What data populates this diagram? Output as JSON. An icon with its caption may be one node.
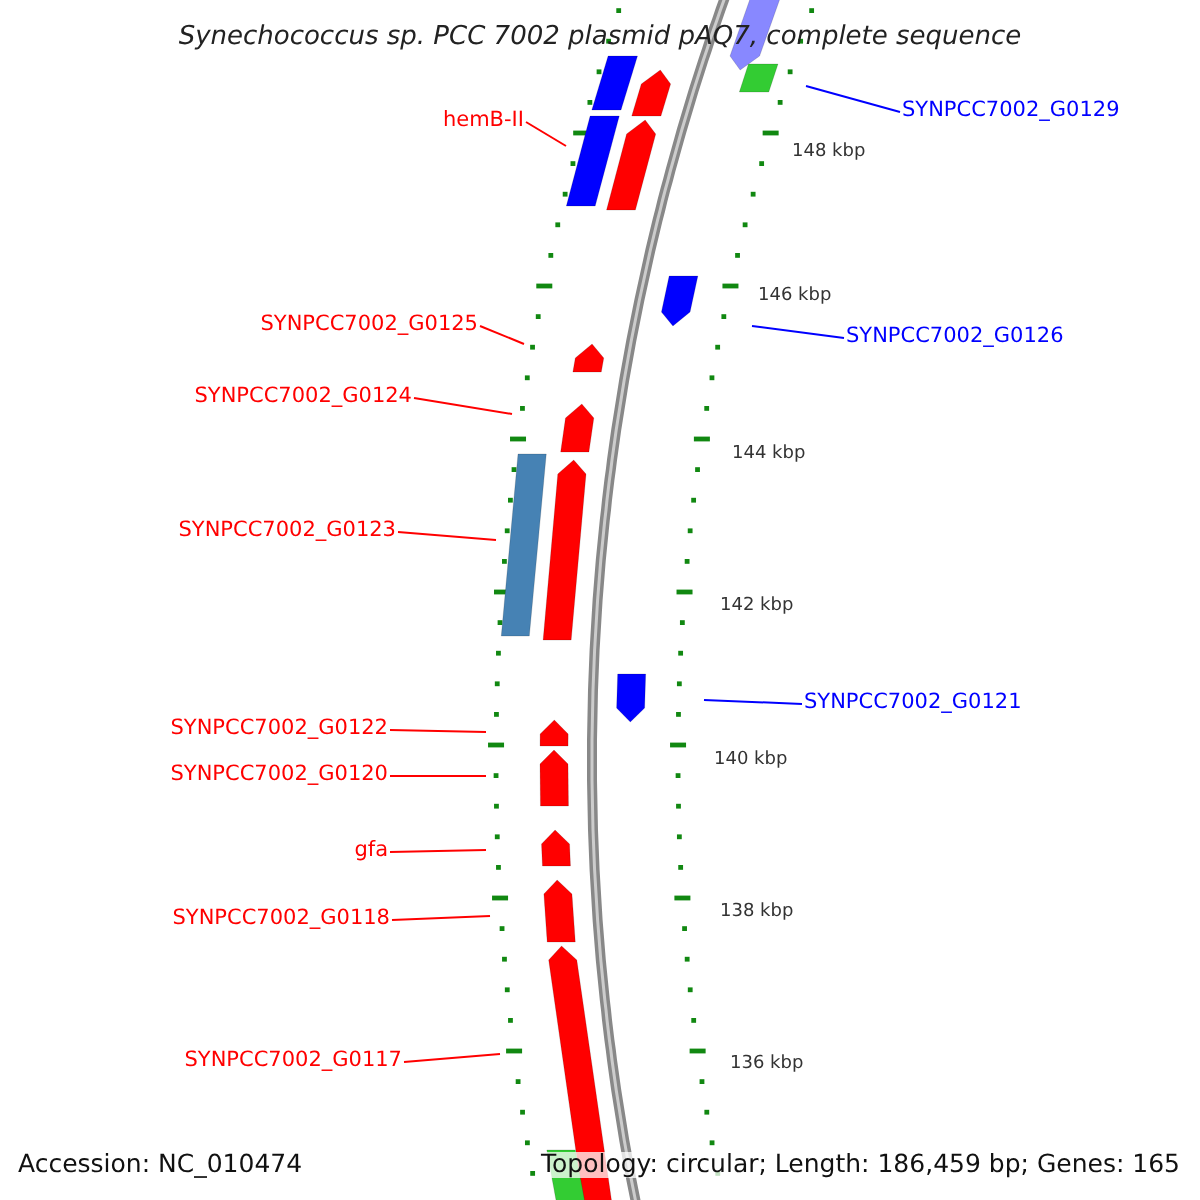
{
  "diagram": {
    "title": "Synechococcus sp. PCC 7002 plasmid pAQ7, complete sequence",
    "nodes": [
      {
        "text": [
          "SYNPCC7002_G0129"
        ]
      },
      {
        "text": [
          "hemB-II"
        ]
      },
      {
        "text": [
          "SYNPCC7002_G0125"
        ]
      },
      {
        "text": [
          "SYNPCC7002_G0126"
        ]
      },
      {
        "text": [
          "SYNPCC7002_G0124"
        ]
      },
      {
        "text": [
          "SYNPCC7002_G0123"
        ]
      },
      {
        "text": [
          "SYNPCC7002_G0121"
        ]
      },
      {
        "text": [
          "SYNPCC7002_G0122"
        ]
      },
      {
        "text": [
          "SYNPCC7002_G0120"
        ]
      },
      {
        "text": [
          "gfa"
        ]
      },
      {
        "text": [
          "SYNPCC7002_G0118"
        ]
      },
      {
        "text": [
          "SYNPCC7002_G0117"
        ]
      }
    ],
    "edges": [
      {
        "from": 0,
        "to": null,
        "arrow": "none",
        "color": "#0000ff"
      },
      {
        "from": 1,
        "to": null,
        "arrow": "none"
      },
      {
        "from": 2,
        "to": null,
        "arrow": "none"
      },
      {
        "from": 3,
        "to": null,
        "arrow": "none",
        "color": "#0000ff"
      },
      {
        "from": 4,
        "to": null,
        "arrow": "none"
      },
      {
        "from": 5,
        "to": null,
        "arrow": "none"
      },
      {
        "from": 6,
        "to": null,
        "arrow": "none",
        "color": "#0000ff"
      },
      {
        "from": 7,
        "to": null,
        "arrow": "none"
      },
      {
        "from": 8,
        "to": null,
        "arrow": "none"
      },
      {
        "from": 9,
        "to": null,
        "arrow": "none"
      },
      {
        "from": 10,
        "to": null,
        "arrow": "none"
      },
      {
        "from": 11,
        "to": null,
        "arrow": "none"
      }
    ],
    "labels": [
      "148 kbp",
      "146 kbp",
      "144 kbp",
      "142 kbp",
      "140 kbp",
      "138 kbp",
      "136 kbp",
      "Accession: NC_010474",
      "Topology: circular; Length: 186,459 bp; Genes: 165"
    ]
  }
}
